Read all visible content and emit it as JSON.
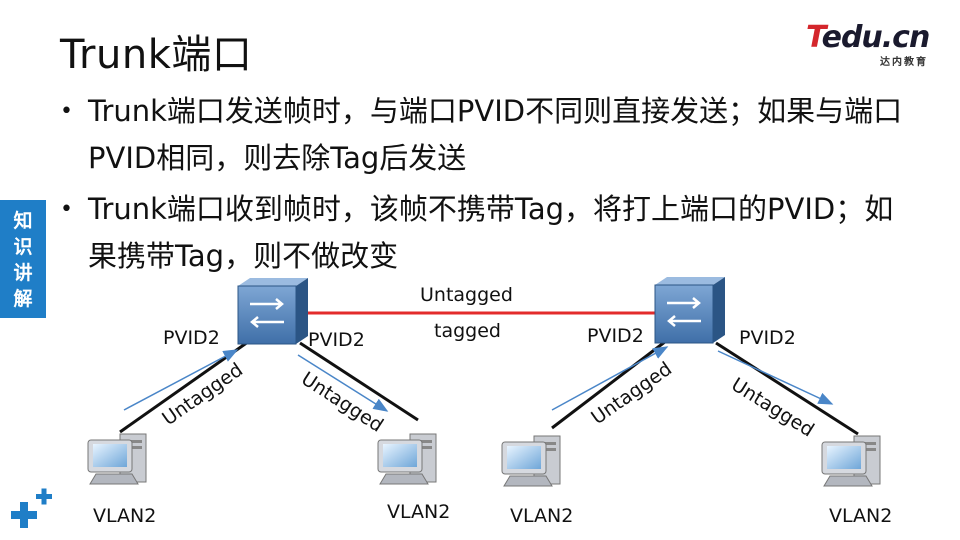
{
  "slide": {
    "title": "Trunk端口",
    "logo": {
      "text_main": "edu.cn",
      "text_t": "T",
      "text_sub": "达内教育"
    },
    "side_tag": [
      "知",
      "识",
      "讲",
      "解"
    ],
    "bullets": [
      "Trunk端口发送帧时，与端口PVID不同则直接发送；如果与端口PVID相同，则去除Tag后发送",
      "Trunk端口收到帧时，该帧不携带Tag，将打上端口的PVID；如果携带Tag，则不做改变"
    ]
  },
  "diagram": {
    "trunk_label_top": "Untagged",
    "trunk_label_bottom": "tagged",
    "switches": [
      {
        "name": "left"
      },
      {
        "name": "right"
      }
    ],
    "pvid_labels": [
      "PVID2",
      "PVID2",
      "PVID2",
      "PVID2"
    ],
    "link_labels": [
      "Untagged",
      "Untagged",
      "Untagged",
      "Untagged"
    ],
    "pc_labels": [
      "VLAN2",
      "VLAN2",
      "VLAN2",
      "VLAN2"
    ],
    "colors": {
      "trunk": "#e32b2b",
      "arrow": "#4a86c8",
      "link": "#111111",
      "switch": "#3f6fa8",
      "accent": "#1f7ec7"
    }
  }
}
